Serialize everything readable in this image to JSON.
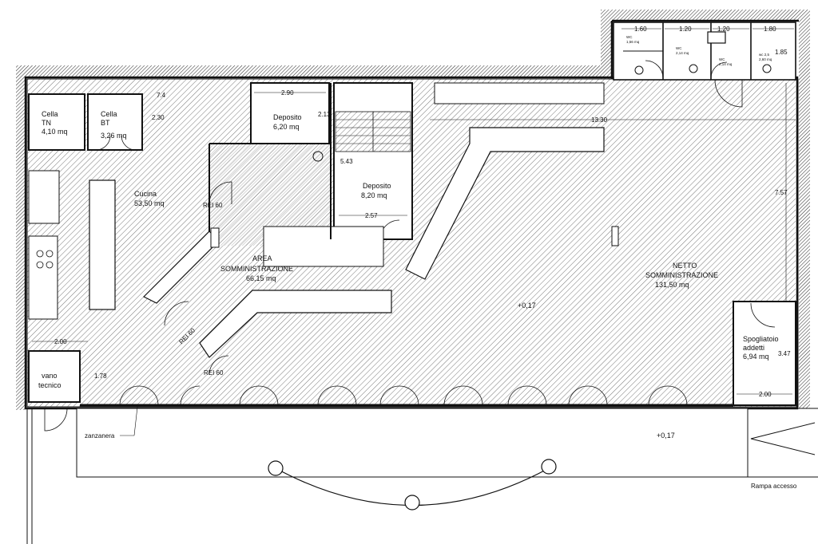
{
  "rooms": {
    "cella_tn": {
      "name": "Cella\nTN",
      "area": "4,10 mq"
    },
    "cella_bt": {
      "name": "Cella\nBT",
      "area": "3,26 mq"
    },
    "deposito_1": {
      "name": "Deposito",
      "area": "6,20 mq"
    },
    "deposito_2": {
      "name": "Deposito",
      "area": "8,20 mq"
    },
    "cucina": {
      "name": "Cucina",
      "area": "53,50 mq"
    },
    "area_somministrazione": {
      "name": "AREA\nSOMMINISTRAZIONE",
      "area": "66,15 mq"
    },
    "netto_somministrazione": {
      "name": "NETTO\nSOMMINISTRAZIONE",
      "area": "131,50 mq"
    },
    "spogliatoio": {
      "name": "Spogliatoio\naddetti",
      "area": "6,94 mq"
    },
    "vano_tecnico": {
      "name": "vano\ntecnico"
    }
  },
  "dimensions": {
    "d_7_4": "7.4",
    "d_2_90": "2.90",
    "d_2_30": "2.30",
    "d_2_13": "2.13",
    "d_5_43": "5.43",
    "d_2_57": "2.57",
    "d_13_30": "13.30",
    "d_7_57": "7.57",
    "d_3_47": "3.47",
    "d_2_00_right": "2.00",
    "d_2_00_left": "2.00",
    "d_1_78": "1.78",
    "d_1_60": "1.60",
    "d_1_20a": "1.20",
    "d_1_20b": "1.20",
    "d_1_80": "1.80",
    "d_1_85": "1.85"
  },
  "labels": {
    "rei60_1": "REI 60",
    "rei60_2": "REI 60",
    "rei60_3": "REI 60",
    "level_inside": "+0,17",
    "level_outside": "+0,17",
    "zanzanera": "zanzanera",
    "rampa": "Rampa accesso"
  },
  "wc_labels": {
    "wc1_a": "WC",
    "wc1_b": "1,56 mq",
    "wc2_a": "WC",
    "wc2_b": "2,14 mq",
    "wc3_a": "WC",
    "wc3_b": "2,14 mq",
    "wc4_a": "wc 2,5",
    "wc4_b": "2,60 mq"
  }
}
